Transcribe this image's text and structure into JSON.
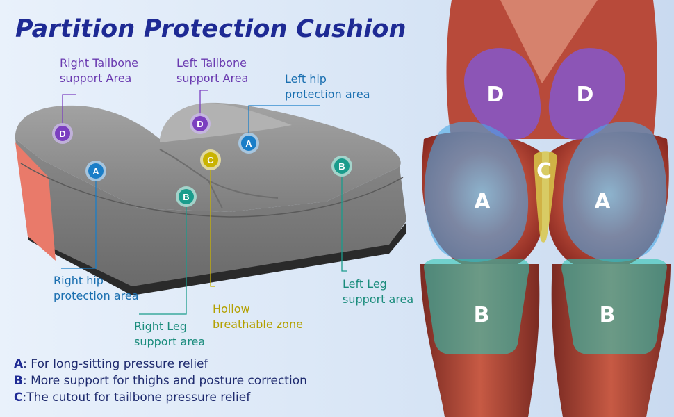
{
  "title": "Partition Protection Cushion",
  "colors": {
    "title": "#1e2a94",
    "purple": "#7b3fc0",
    "blue": "#1a7ec8",
    "teal": "#1a9c8c",
    "yellow": "#c9b300",
    "cushion": "#8e8e8e"
  },
  "markers": {
    "a": "A",
    "b": "B",
    "c": "C",
    "d": "D"
  },
  "labels": {
    "right_tailbone": [
      "Right Tailbone",
      "support Area"
    ],
    "left_tailbone": [
      "Left Tailbone",
      "support Area"
    ],
    "left_hip": [
      "Left hip",
      "protection area"
    ],
    "right_hip": [
      "Right hip",
      "protection area"
    ],
    "right_leg": [
      "Right Leg",
      "support area"
    ],
    "hollow": [
      "Hollow",
      "breathable zone"
    ],
    "left_leg": [
      "Left Leg",
      "support area"
    ]
  },
  "legend": [
    {
      "key": "A",
      "text": ": For long-sitting pressure relief"
    },
    {
      "key": "B",
      "text": ": More support for thighs and posture correction"
    },
    {
      "key": "C",
      "text": ":The cutout for tailbone pressure relief"
    }
  ]
}
